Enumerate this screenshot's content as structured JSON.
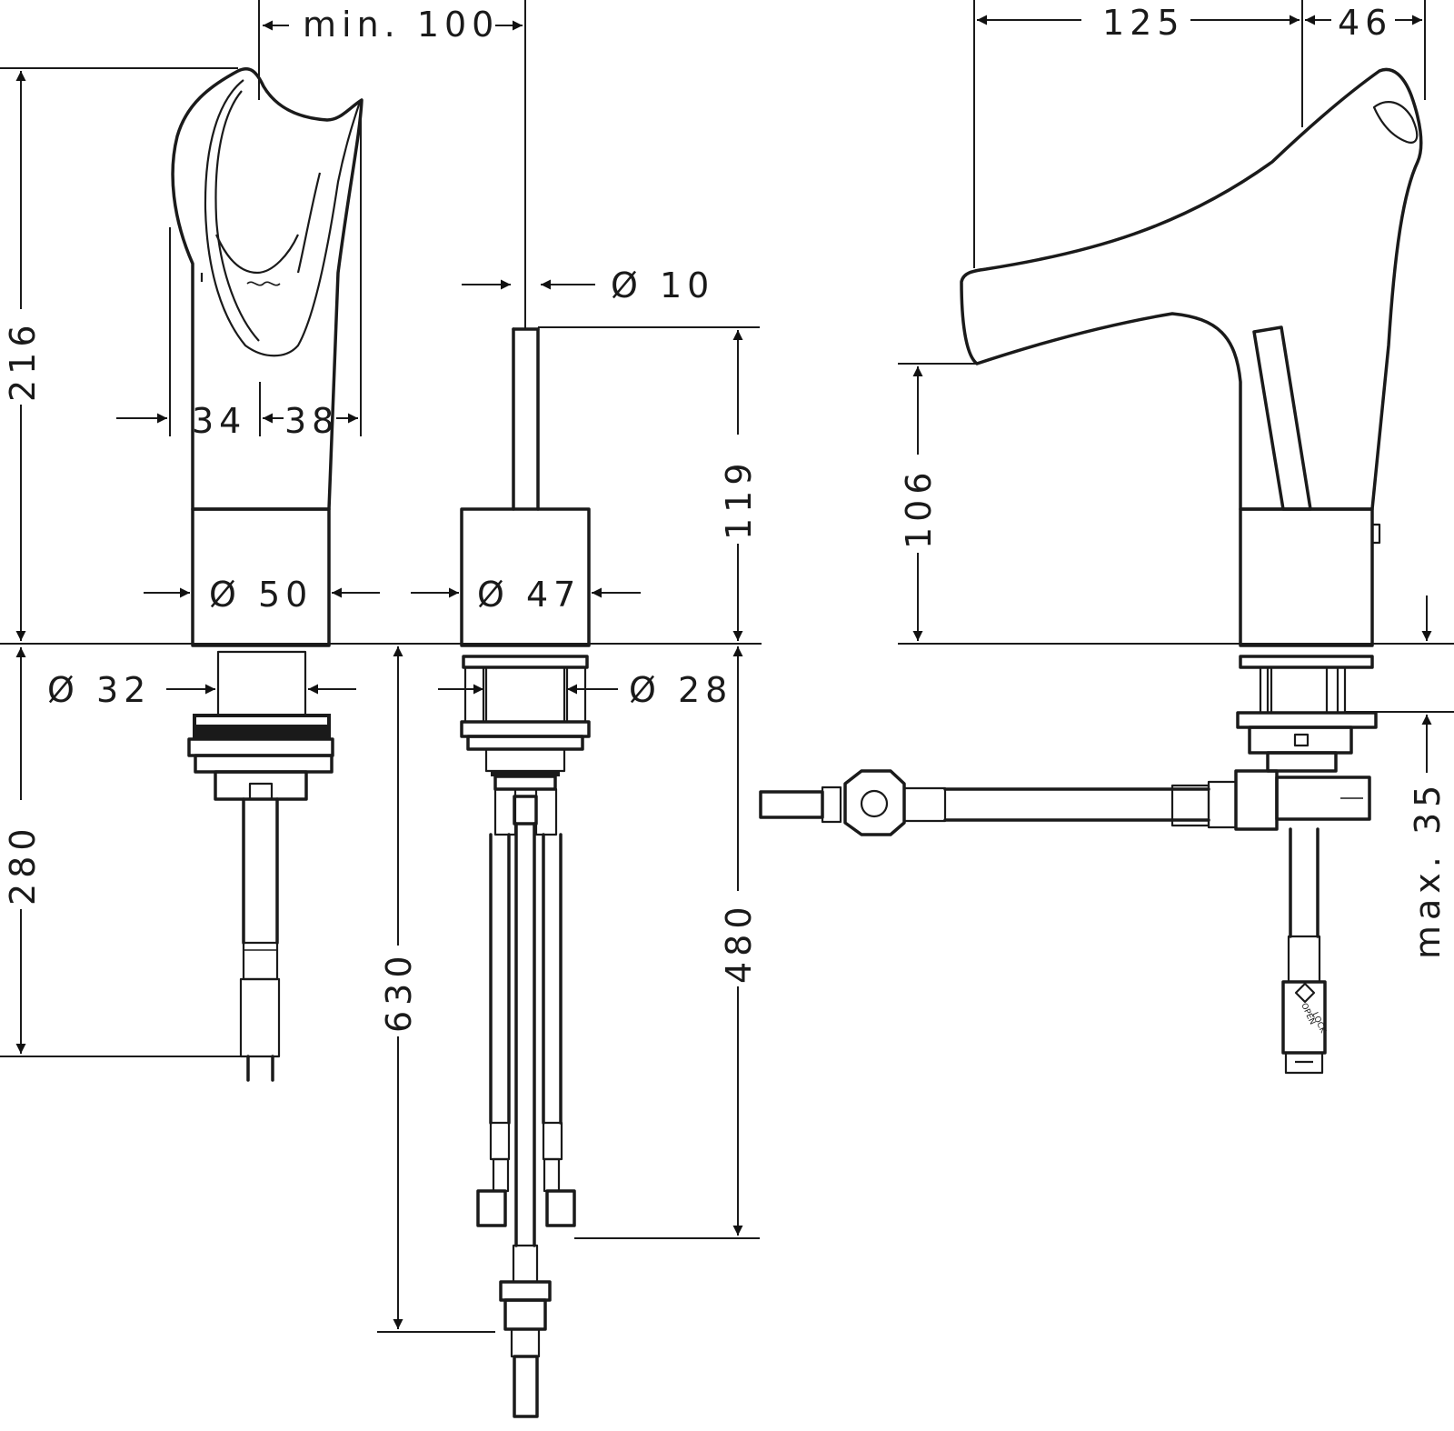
{
  "dimensions": {
    "min_100": "min. 100",
    "d125": "125",
    "d46": "46",
    "d216": "216",
    "d34": "34",
    "d38": "38",
    "dia10": "Ø 10",
    "d119": "119",
    "d106": "106",
    "dia50": "Ø 50",
    "dia47": "Ø 47",
    "dia32": "Ø 32",
    "dia28": "Ø 28",
    "d280": "280",
    "d630": "630",
    "d480": "480",
    "max35": "max. 35"
  },
  "stamp": {
    "line1": "OPEN",
    "line2": "LOCK"
  }
}
